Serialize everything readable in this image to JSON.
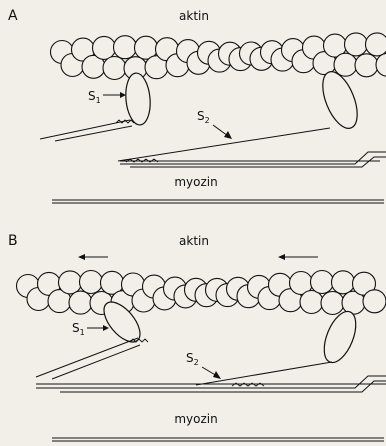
{
  "panels": [
    {
      "id": "A",
      "actin_label": "aktin",
      "myosin_label": "myozin",
      "s1_label": "S",
      "s1_sub": "1",
      "s2_label": "S",
      "s2_sub": "2"
    },
    {
      "id": "B",
      "actin_label": "aktin",
      "myosin_label": "myozin",
      "s1_label": "S",
      "s1_sub": "1",
      "s2_label": "S",
      "s2_sub": "2"
    }
  ],
  "colors": {
    "ink": "#111111",
    "paper": "#f2efe9"
  }
}
